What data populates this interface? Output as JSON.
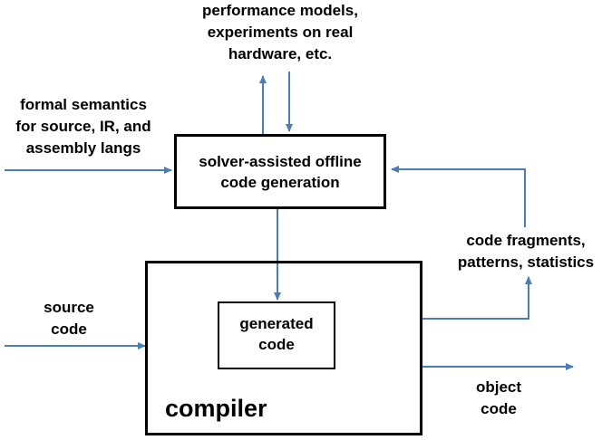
{
  "colors": {
    "arrow": "#4a7ebb",
    "box_border": "#000000"
  },
  "top_label": [
    "performance models,",
    "experiments on real",
    "hardware, etc."
  ],
  "left_top_label": [
    "formal semantics",
    "for source, IR, and",
    "assembly langs"
  ],
  "solver_box": [
    "solver-assisted offline",
    "code generation"
  ],
  "right_label": [
    "code fragments,",
    "patterns, statistics"
  ],
  "source_label": [
    "source",
    "code"
  ],
  "generated_box": [
    "generated",
    "code"
  ],
  "compiler_label": "compiler",
  "object_label": [
    "object",
    "code"
  ]
}
